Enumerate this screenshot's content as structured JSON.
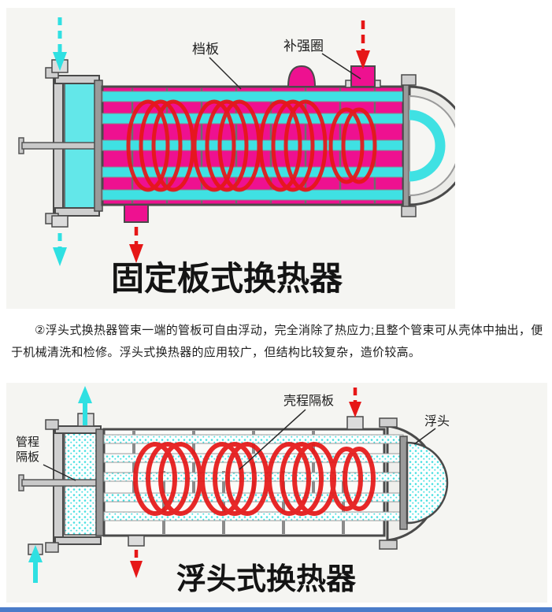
{
  "page": {
    "background": "#ffffff",
    "bottom_bar_color": "#4a7cc9"
  },
  "colors": {
    "diagram_background": "#f5f5f2",
    "shell_side_fluid_pink": "#ee1190",
    "tube_side_fluid_cyan": "#3fe1e3",
    "hot_stream_red": "#e61717",
    "outline_gray": "#4a4a4a"
  },
  "diagram1": {
    "caption": "固定板式换热器",
    "labels": {
      "baffle": "档板",
      "reinforcement_ring": "补强圈"
    }
  },
  "paragraph": {
    "text": "②浮头式换热器管束一端的管板可自由浮动，完全消除了热应力;且整个管束可从壳体中抽出，便于机械清洗和检修。浮头式换热器的应用较广，但结构比较复杂，造价较高。"
  },
  "diagram2": {
    "caption": "浮头式换热器",
    "labels": {
      "tube_pass_partition_line1": "管程",
      "tube_pass_partition_line2": "隔板",
      "shell_pass_baffle": "壳程隔板",
      "floating_head": "浮头"
    }
  }
}
